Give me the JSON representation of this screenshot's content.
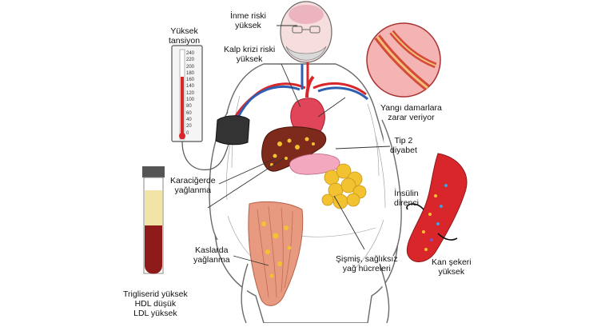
{
  "labels": {
    "stroke_risk": {
      "line1": "İnme riski",
      "line2": "yüksek"
    },
    "heart_attack_risk": {
      "line1": "Kalp krizi riski",
      "line2": "yüksek"
    },
    "high_bp": {
      "line1": "Yüksek",
      "line2": "tansiyon"
    },
    "inflammation": {
      "line1": "Yangı damarlara",
      "line2": "zarar veriyor"
    },
    "diabetes": {
      "line1": "Tip 2",
      "line2": "diyabet"
    },
    "fatty_liver": {
      "line1": "Karaciğerde",
      "line2": "yağlanma"
    },
    "insulin_resistance": {
      "line1": "İnsülin",
      "line2": "direnci"
    },
    "muscle_fat": {
      "line1": "Kaslarda",
      "line2": "yağlanma"
    },
    "fat_cells": {
      "line1": "Şişmiş, sağlıksız",
      "line2": "yağ hücreleri"
    },
    "high_blood_sugar": {
      "line1": "Kan şekeri",
      "line2": "yüksek"
    },
    "lipids": {
      "line1": "Trigliserid yüksek",
      "line2": "HDL düşük",
      "line3": "LDL yüksek"
    }
  },
  "gauge_ticks": [
    "240",
    "220",
    "200",
    "180",
    "160",
    "140",
    "120",
    "100",
    "80",
    "60",
    "40",
    "20",
    "0"
  ],
  "colors": {
    "artery": "#d8262b",
    "vein": "#2f5fb0",
    "heart": "#e0455a",
    "liver": "#7d2a1c",
    "fat": "#f2c230",
    "blood": "#8e1a1a",
    "plasma": "#f2e3a6",
    "outline": "#555555"
  }
}
